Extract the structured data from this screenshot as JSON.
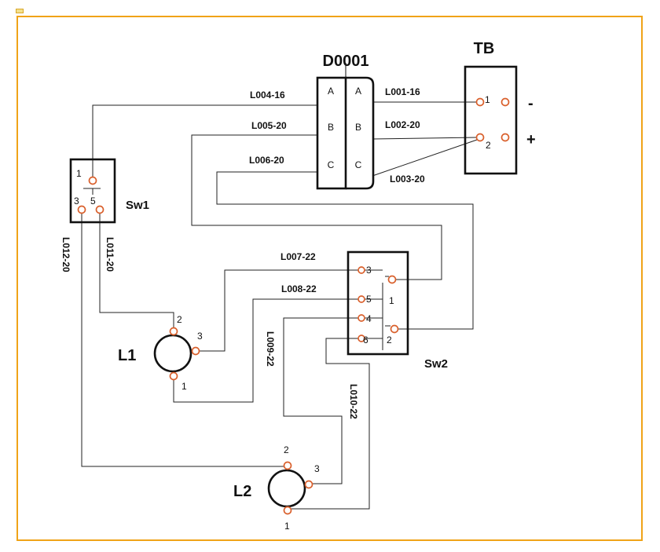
{
  "diagram": {
    "components": {
      "connector": {
        "name": "D0001",
        "pins_left": [
          "A",
          "B",
          "C"
        ],
        "pins_right": [
          "A",
          "B",
          "C"
        ]
      },
      "terminal_block": {
        "name": "TB",
        "pins": [
          "1",
          "2"
        ],
        "polarity": [
          "-",
          "+"
        ]
      },
      "switch1": {
        "name": "Sw1",
        "pins": [
          "1",
          "3",
          "5"
        ]
      },
      "switch2": {
        "name": "Sw2",
        "pins": [
          "3",
          "5",
          "4",
          "6"
        ],
        "poles": [
          "1",
          "2"
        ]
      },
      "lamp1": {
        "name": "L1",
        "pins": [
          "2",
          "3",
          "1"
        ]
      },
      "lamp2": {
        "name": "L2",
        "pins": [
          "2",
          "3",
          "1"
        ]
      }
    },
    "wires": [
      {
        "id": "L004-16"
      },
      {
        "id": "L005-20"
      },
      {
        "id": "L006-20"
      },
      {
        "id": "L001-16"
      },
      {
        "id": "L002-20"
      },
      {
        "id": "L003-20"
      },
      {
        "id": "L007-22"
      },
      {
        "id": "L008-22"
      },
      {
        "id": "L009-22"
      },
      {
        "id": "L010-22"
      },
      {
        "id": "L011-20"
      },
      {
        "id": "L012-20"
      }
    ]
  },
  "colors": {
    "frame": "#f0a318",
    "terminal": "#d95f2b",
    "line": "#222222"
  }
}
